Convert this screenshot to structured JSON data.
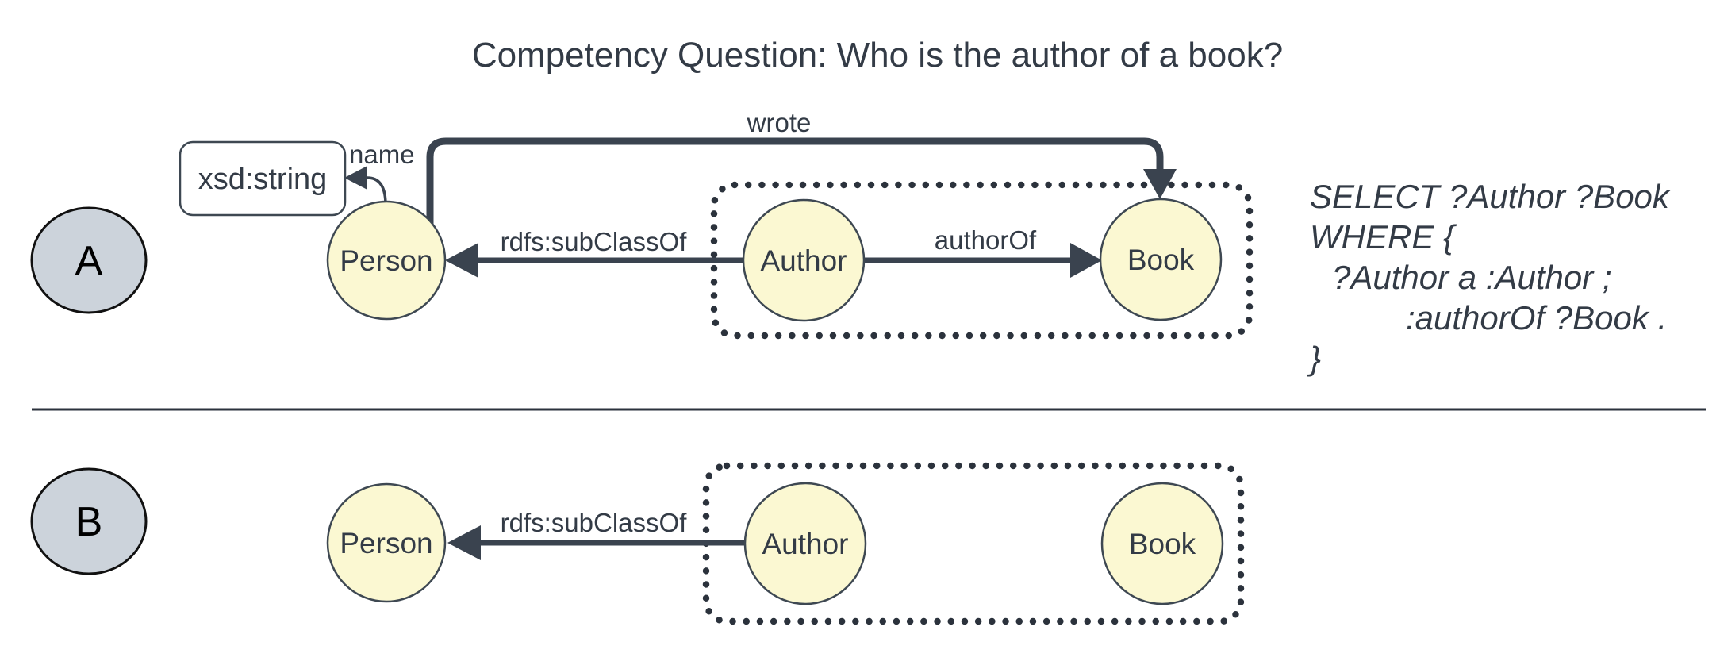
{
  "title": "Competency Question: Who is the author of a book?",
  "colors": {
    "background": "#ffffff",
    "ink": "#333b46",
    "line": "#3a434f",
    "dot": "#2b323c",
    "node-fill": "#fbf8d2",
    "node-stroke": "#3e4852",
    "badge-fill": "#ccd3db",
    "badge-stroke": "#111111",
    "box-fill": "#ffffff"
  },
  "section_a": {
    "badge": "A",
    "datatype_box": "xsd:string",
    "nodes": {
      "person": "Person",
      "author": "Author",
      "book": "Book"
    },
    "edges": {
      "name": "name",
      "wrote": "wrote",
      "subclass_of": "rdfs:subClassOf",
      "author_of": "authorOf"
    },
    "sparql": {
      "lines": [
        "SELECT ?Author ?Book",
        "WHERE {",
        "?Author a :Author ;",
        ":authorOf ?Book .",
        "}"
      ]
    }
  },
  "section_b": {
    "badge": "B",
    "nodes": {
      "person": "Person",
      "author": "Author",
      "book": "Book"
    },
    "edges": {
      "subclass_of": "rdfs:subClassOf"
    }
  }
}
